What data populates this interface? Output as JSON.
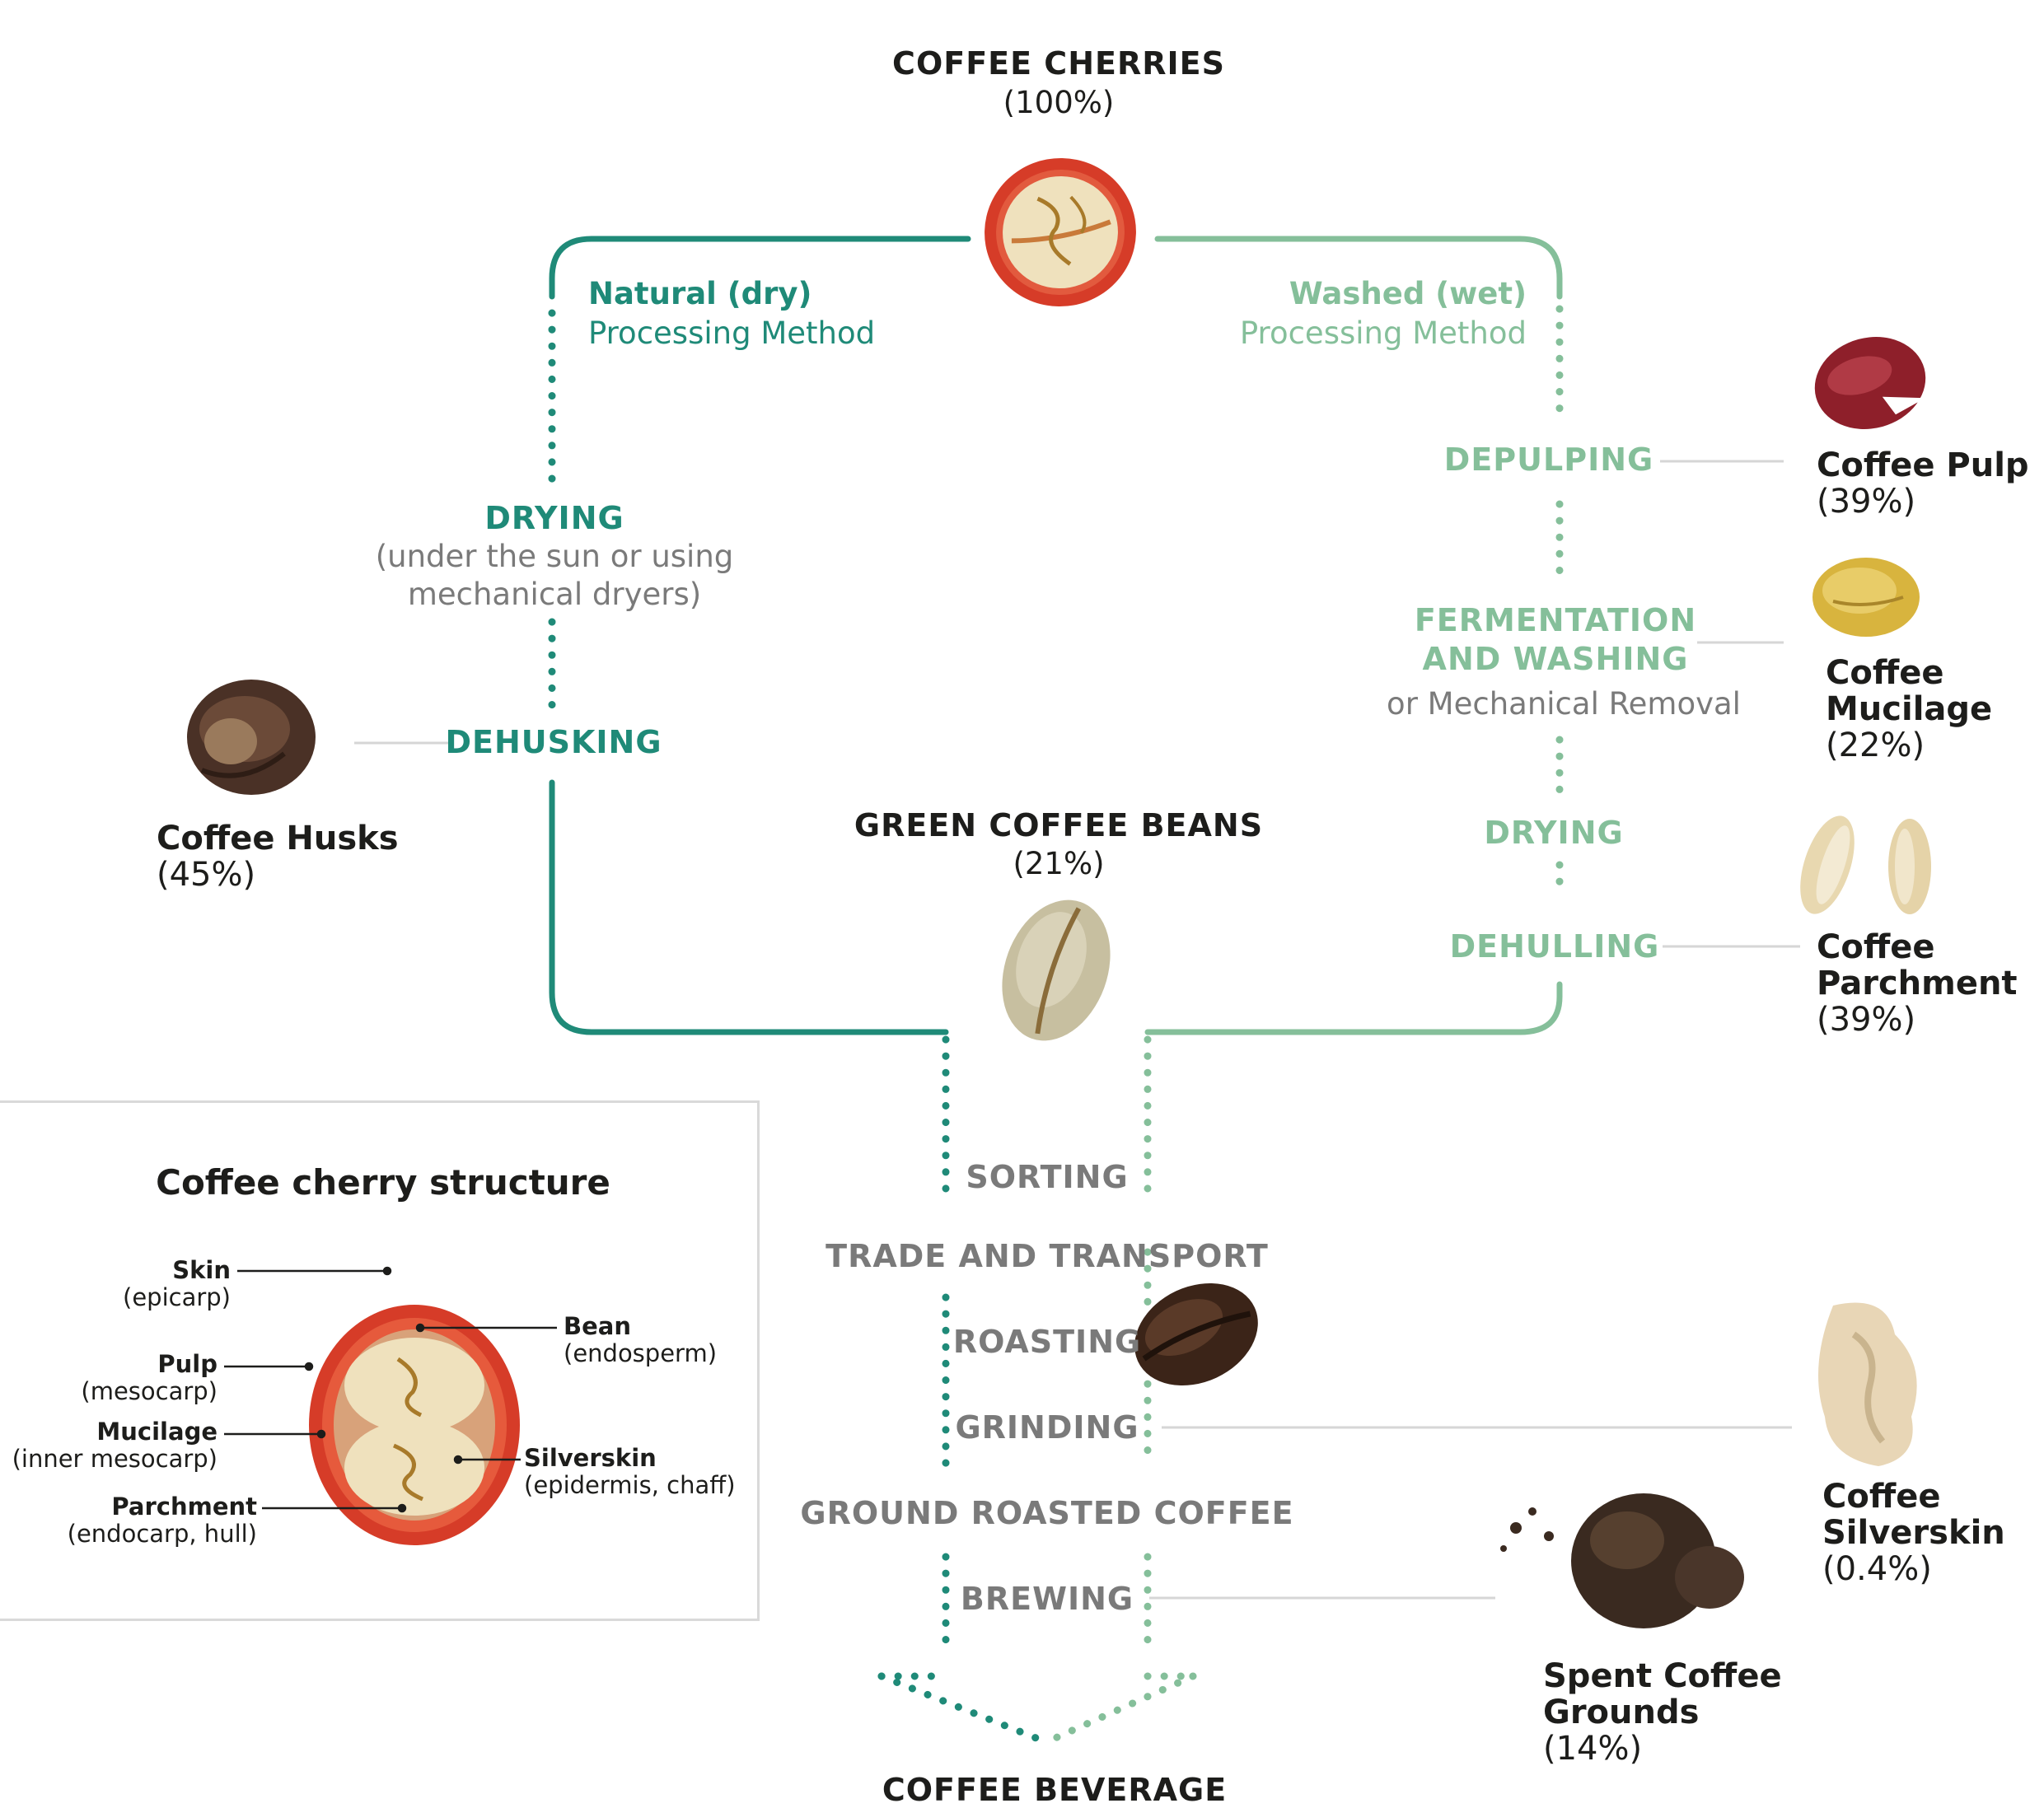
{
  "top": {
    "title": "COFFEE CHERRIES",
    "pct": "(100%)"
  },
  "natural": {
    "line1": "Natural (dry)",
    "line2": "Processing Method",
    "drying": "DRYING",
    "drying_note1": "(under the sun or using",
    "drying_note2": "mechanical dryers)",
    "dehusking": "DEHUSKING"
  },
  "washed": {
    "line1": "Washed (wet)",
    "line2": "Processing Method",
    "depulping": "DEPULPING",
    "ferm1": "FERMENTATION",
    "ferm2": "AND WASHING",
    "ferm_note": "or Mechanical Removal",
    "drying": "DRYING",
    "dehulling": "DEHULLING"
  },
  "byproducts": {
    "husks": {
      "name": "Coffee Husks",
      "pct": "(45%)"
    },
    "pulp": {
      "name": "Coffee Pulp",
      "pct": "(39%)"
    },
    "mucilage": {
      "name1": "Coffee",
      "name2": "Mucilage",
      "pct": "(22%)"
    },
    "parchment": {
      "name1": "Coffee",
      "name2": "Parchment",
      "pct": "(39%)"
    },
    "silverskin": {
      "name1": "Coffee",
      "name2": "Silverskin",
      "pct": "(0.4%)"
    },
    "spent": {
      "name1": "Spent Coffee",
      "name2": "Grounds",
      "pct": "(14%)"
    }
  },
  "green": {
    "title": "GREEN COFFEE BEANS",
    "pct": "(21%)"
  },
  "steps": {
    "sorting": "SORTING",
    "trade": "TRADE AND TRANSPORT",
    "roasting": "ROASTING",
    "grinding": "GRINDING",
    "ground": "GROUND ROASTED COFFEE",
    "brewing": "BREWING"
  },
  "bottom": {
    "title": "COFFEE BEVERAGE"
  },
  "structure": {
    "title": "Coffee cherry structure",
    "skin": "Skin",
    "skin_sub": "(epicarp)",
    "pulp": "Pulp",
    "pulp_sub": "(mesocarp)",
    "mucilage": "Mucilage",
    "mucilage_sub": "(inner mesocarp)",
    "parchment": "Parchment",
    "parchment_sub": "(endocarp, hull)",
    "bean": "Bean",
    "bean_sub": "(endosperm)",
    "silverskin": "Silverskin",
    "silverskin_sub": "(epidermis, chaff)"
  },
  "colors": {
    "natural": "#1f8a78",
    "washed": "#85bf9a",
    "dark_text": "#1d1d1b",
    "gray_text": "#7a7a7a",
    "connector": "#d6d6d6"
  },
  "icons": [
    "coffee-cherry-cross-section-icon",
    "dried-husk-icon",
    "pulp-skin-icon",
    "mucilage-bean-icon",
    "parchment-shell-icon",
    "green-bean-icon",
    "roasted-bean-icon",
    "silverskin-flake-icon",
    "spent-grounds-icon"
  ]
}
